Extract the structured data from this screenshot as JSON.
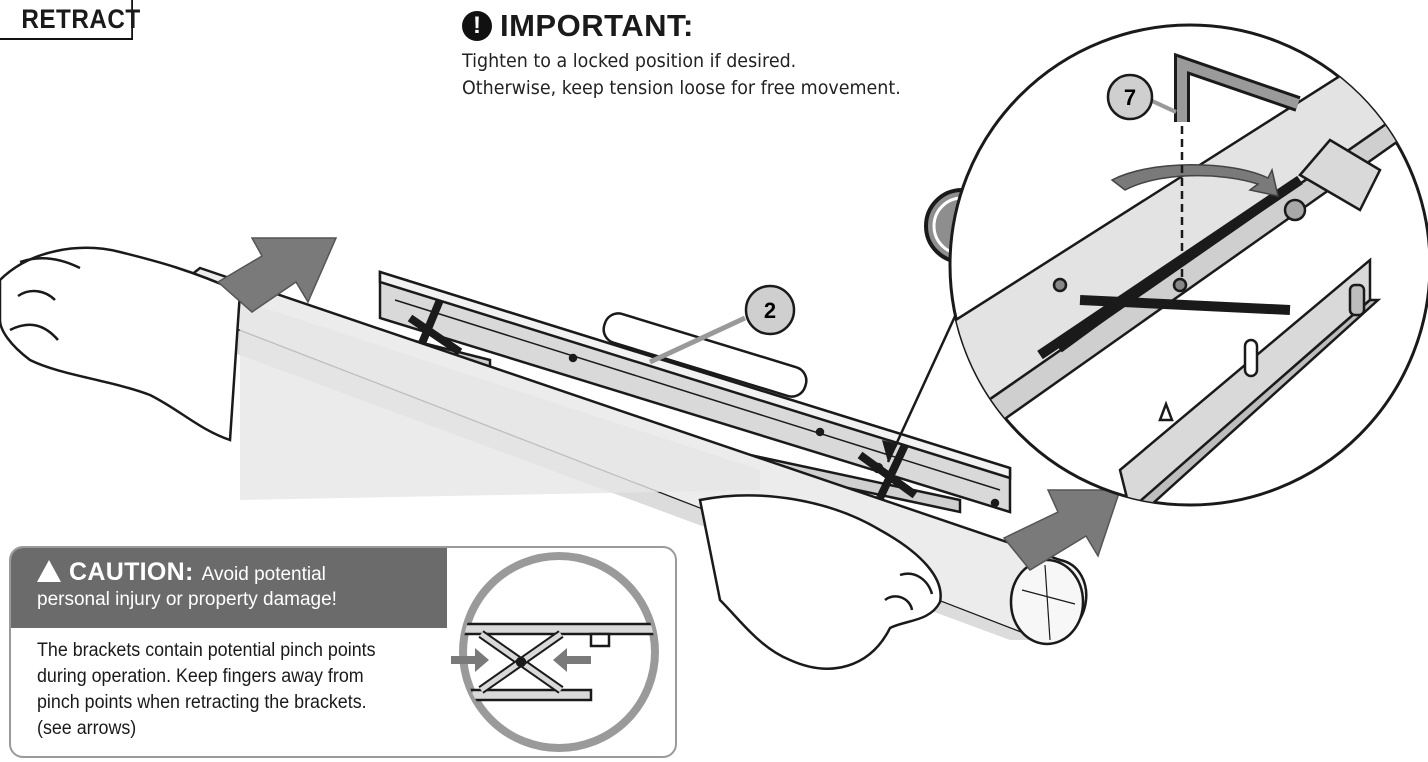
{
  "header": {
    "tab_label": "RETRACT"
  },
  "important": {
    "icon": "exclamation-icon",
    "title": "IMPORTANT:",
    "lines": [
      "Tighten to a locked position if desired.",
      "Otherwise, keep tension loose for free movement."
    ]
  },
  "callouts": {
    "part_2": "2",
    "part_7": "7",
    "warning_badge": "!"
  },
  "caution": {
    "icon": "warning-triangle-icon",
    "label": "CAUTION:",
    "subtitle_1": "Avoid potential",
    "subtitle_2": "personal injury or property damage!",
    "body": [
      "The brackets contain potential pinch points",
      "during operation. Keep fingers away from",
      "pinch points when retracting the brackets.",
      "(see arrows)"
    ]
  },
  "colors": {
    "arrow_gray": "#7a7a7a",
    "caution_header": "#6b6b6b",
    "warning_badge_fill": "#8e8e8e",
    "bar_fill": "#ececec",
    "outline": "#1a1a1a"
  }
}
